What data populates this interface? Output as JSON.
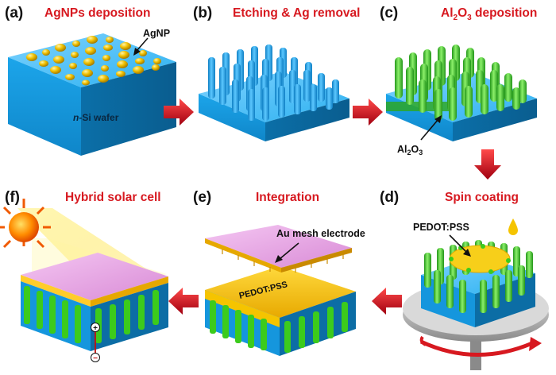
{
  "panels": [
    {
      "id": "(a)",
      "title": "AgNPs deposition"
    },
    {
      "id": "(b)",
      "title": "Etching & Ag removal"
    },
    {
      "id": "(c)",
      "title_main": "Al",
      "title_sub": "2",
      "title_main2": "O",
      "title_sub2": "3",
      "title_tail": " deposition"
    },
    {
      "id": "(d)",
      "title": "Spin coating"
    },
    {
      "id": "(e)",
      "title": "Integration"
    },
    {
      "id": "(f)",
      "title": "Hybrid solar cell"
    }
  ],
  "labels": {
    "agnp": "AgNP",
    "wafer_italic": "n",
    "wafer_rest": "-Si wafer",
    "al2o3": {
      "a": "Al",
      "b": "2",
      "c": "O",
      "d": "3"
    },
    "pedot_d": "PEDOT:PSS",
    "au_mesh": "Au mesh electrode",
    "pedot_e": "PEDOT:PSS",
    "plus": "+",
    "minus": "−"
  },
  "colors": {
    "title_red": "#d71920",
    "silicon_blue": "#1aa3e8",
    "alumina_green": "#3dc41a",
    "pedot_yellow": "#f5c400",
    "electrode_pink": "#e9a6e6",
    "arrow_red": "#c8101a"
  }
}
